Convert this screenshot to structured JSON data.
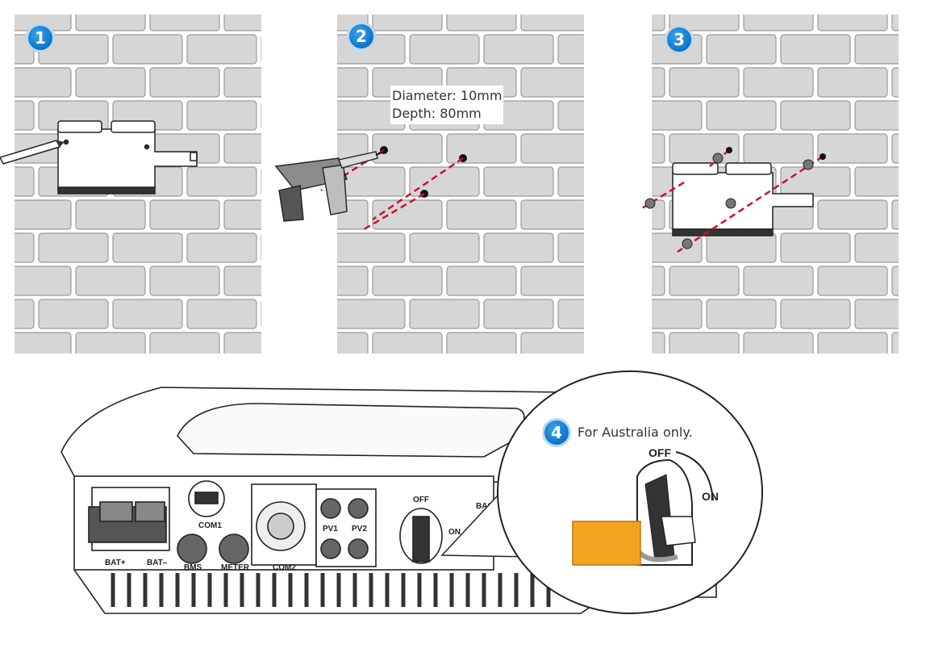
{
  "steps": [
    {
      "number": "1"
    },
    {
      "number": "2",
      "dimensions": {
        "diameter": "Diameter: 10mm",
        "depth": "Depth: 80mm"
      }
    },
    {
      "number": "3"
    },
    {
      "number": "4",
      "note": "For Australia only."
    }
  ],
  "inverter_labels": {
    "bat_plus": "BAT+",
    "bat_minus": "BAT–",
    "com1": "COM1",
    "com2": "COM2",
    "bms": "BMS",
    "meter": "METER",
    "pv1": "PV1",
    "pv2": "PV2",
    "off": "OFF",
    "on": "ON",
    "back": "BACK"
  },
  "zoom_labels": {
    "off": "OFF",
    "on": "ON"
  },
  "colors": {
    "brick": "#d6d6d6",
    "brick_stroke": "#9a9a9a",
    "drill_line": "#d0102a",
    "badge": "#0d74c8",
    "lock": "#f3a41f"
  }
}
